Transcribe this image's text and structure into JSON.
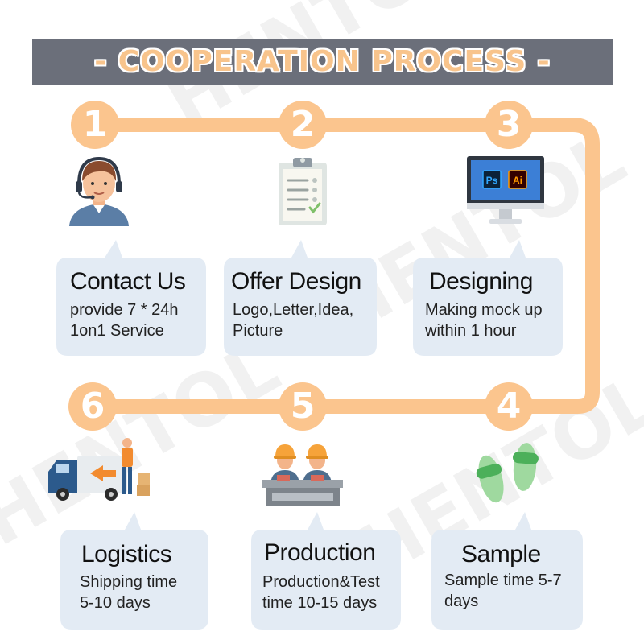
{
  "title": "- COOPERATION PROCESS -",
  "watermark": "HENTOL",
  "colors": {
    "banner": "#6b6f7a",
    "path": "#fbc58e",
    "card": "#e3ebf4",
    "title_text": "#f8c48c"
  },
  "steps": [
    {
      "number": "1",
      "title": "Contact Us",
      "desc_line1": "provide 7 * 24h",
      "desc_line2": "1on1 Service",
      "icon": "customer-service-agent-icon"
    },
    {
      "number": "2",
      "title": "Offer Design",
      "desc_line1": "Logo,Letter,Idea,",
      "desc_line2": "Picture",
      "icon": "clipboard-checklist-icon"
    },
    {
      "number": "3",
      "title": "Designing",
      "desc_line1": "Making mock up",
      "desc_line2": "within 1 hour",
      "icon": "monitor-design-software-icon"
    },
    {
      "number": "4",
      "title": "Sample",
      "desc_line1": "Sample time 5-7",
      "desc_line2": "days",
      "icon": "slippers-icon"
    },
    {
      "number": "5",
      "title": "Production",
      "desc_line1": "Production&Test",
      "desc_line2": "time 10-15 days",
      "icon": "factory-workers-icon"
    },
    {
      "number": "6",
      "title": "Logistics",
      "desc_line1": "Shipping time",
      "desc_line2": "5-10 days",
      "icon": "delivery-truck-icon"
    }
  ],
  "monitor_labels": {
    "ps": "Ps",
    "ai": "Ai"
  }
}
